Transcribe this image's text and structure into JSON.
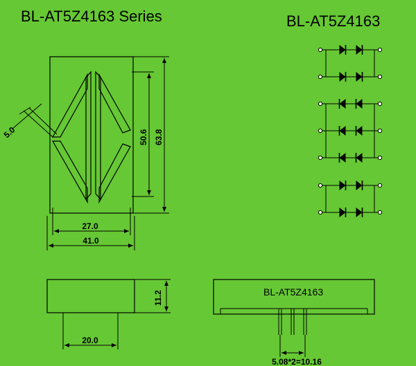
{
  "titles": {
    "series": "BL-AT5Z4163 Series",
    "model": "BL-AT5Z4163"
  },
  "dimensions": {
    "inner_height": "50.6",
    "outer_height": "63.8",
    "segment_width": "5.0",
    "inner_width": "27.0",
    "outer_width": "41.0",
    "body_height": "11.2",
    "pin_span": "20.0",
    "pin_pitch": "5.08*2=10.16"
  },
  "side_view": {
    "label": "BL-AT5Z4163"
  },
  "circuit": {
    "groups": [
      {
        "rows": 2,
        "polarity": "anode-left"
      },
      {
        "rows": 3,
        "polarity": "cathode-left"
      },
      {
        "rows": 2,
        "polarity": "anode-left"
      }
    ]
  },
  "colors": {
    "background": "#66c834",
    "line": "#000000"
  }
}
